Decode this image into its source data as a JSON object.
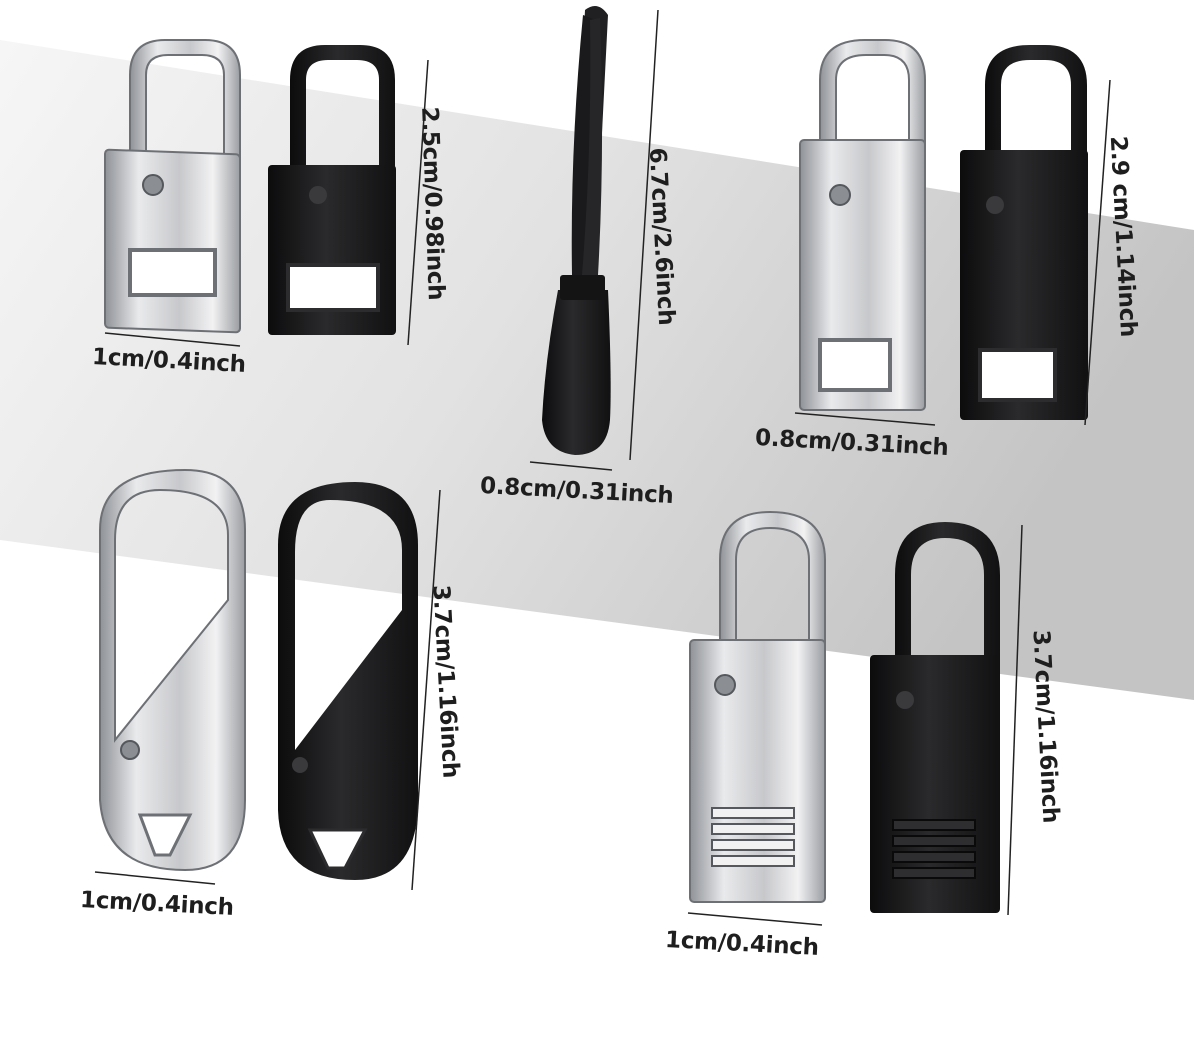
{
  "scene": {
    "background_color": "#ffffff",
    "band_color_light": "#f4f4f4",
    "band_color_dark": "#c9c9c9",
    "silver_color": "#cfd0d3",
    "black_color": "#1c1c1e"
  },
  "dimensions": {
    "pair1_height": "2.5cm/0.98inch",
    "pair1_width": "1cm/0.4inch",
    "cord_height": "6.7cm/2.6inch",
    "cord_width": "0.8cm/0.31inch",
    "pair2_height": "2.9 cm/1.14inch",
    "pair2_width": "0.8cm/0.31inch",
    "pair3_height": "3.7cm/1.16inch",
    "pair3_width": "1cm/0.4inch",
    "pair4_height": "3.7cm/1.16inch",
    "pair4_width": "1cm/0.4inch"
  }
}
